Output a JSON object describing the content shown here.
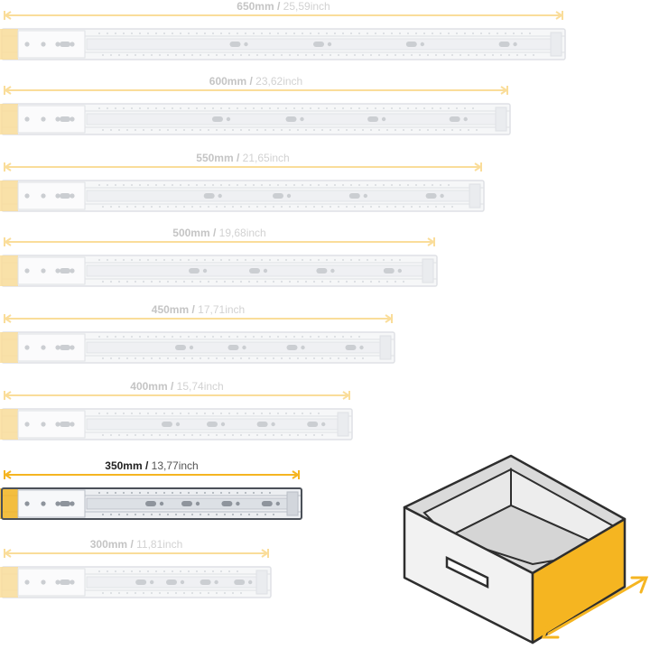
{
  "colors": {
    "accent": "#F5B521",
    "rail_light": "#ECEEF1",
    "rail_dark": "#B9BEC6",
    "drawer_body": "#F2F2F2",
    "drawer_inner": "#DADADA",
    "drawer_stroke": "#2E2E2E"
  },
  "slides": [
    {
      "mm": "650mm",
      "separator": "/",
      "inch": "25,59inch",
      "selected": false
    },
    {
      "mm": "600mm",
      "separator": "/",
      "inch": "23,62inch",
      "selected": false
    },
    {
      "mm": "550mm",
      "separator": "/",
      "inch": "21,65inch",
      "selected": false
    },
    {
      "mm": "500mm",
      "separator": "/",
      "inch": "19,68inch",
      "selected": false
    },
    {
      "mm": "450mm",
      "separator": "/",
      "inch": "17,71inch",
      "selected": false
    },
    {
      "mm": "400mm",
      "separator": "/",
      "inch": "15,74inch",
      "selected": false
    },
    {
      "mm": "350mm",
      "separator": "/",
      "inch": "13,77inch",
      "selected": true
    },
    {
      "mm": "300mm",
      "separator": "/",
      "inch": "11,81inch",
      "selected": false
    }
  ],
  "icons": {
    "drawer": "drawer-icon",
    "length_arrow": "double-arrow-icon"
  }
}
